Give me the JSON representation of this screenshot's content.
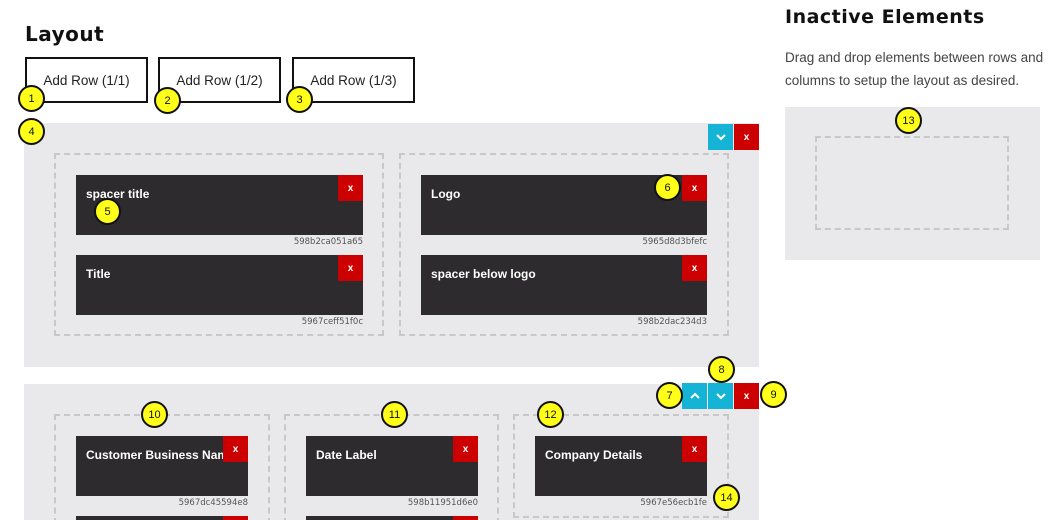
{
  "layout": {
    "title": "Layout",
    "add_row_buttons": [
      "Add Row (1/1)",
      "Add Row (1/2)",
      "Add Row (1/3)"
    ]
  },
  "inactive": {
    "title": "Inactive Elements",
    "description": "Drag and drop elements between rows and columns to setup the layout as desired."
  },
  "row1": {
    "col1": {
      "elements": [
        {
          "label": "spacer title",
          "id": "598b2ca051a65",
          "close": "x"
        },
        {
          "label": "Title",
          "id": "5967ceff51f0c",
          "close": "x"
        }
      ]
    },
    "col2": {
      "elements": [
        {
          "label": "Logo",
          "id": "5965d8d3bfefc",
          "close": "x"
        },
        {
          "label": "spacer below logo",
          "id": "598b2dac234d3",
          "close": "x"
        }
      ]
    },
    "close": "x"
  },
  "row2": {
    "col1": {
      "elements": [
        {
          "label": "Customer Business Name",
          "id": "5967dc45594e8",
          "close": "x"
        }
      ]
    },
    "col2": {
      "elements": [
        {
          "label": "Date Label",
          "id": "598b11951d6e0",
          "close": "x"
        }
      ]
    },
    "col3": {
      "elements": [
        {
          "label": "Company Details",
          "id": "5967e56ecb1fe",
          "close": "x"
        }
      ]
    },
    "close": "x"
  },
  "markers": [
    "1",
    "2",
    "3",
    "4",
    "5",
    "6",
    "7",
    "8",
    "9",
    "10",
    "11",
    "12",
    "13",
    "14"
  ],
  "colors": {
    "accent_teal": "#15b4d6",
    "danger_red": "#cc0000",
    "element_bg": "#2d2b2d",
    "row_bg": "#e9e8eb",
    "marker_yellow": "#ffff1a"
  }
}
